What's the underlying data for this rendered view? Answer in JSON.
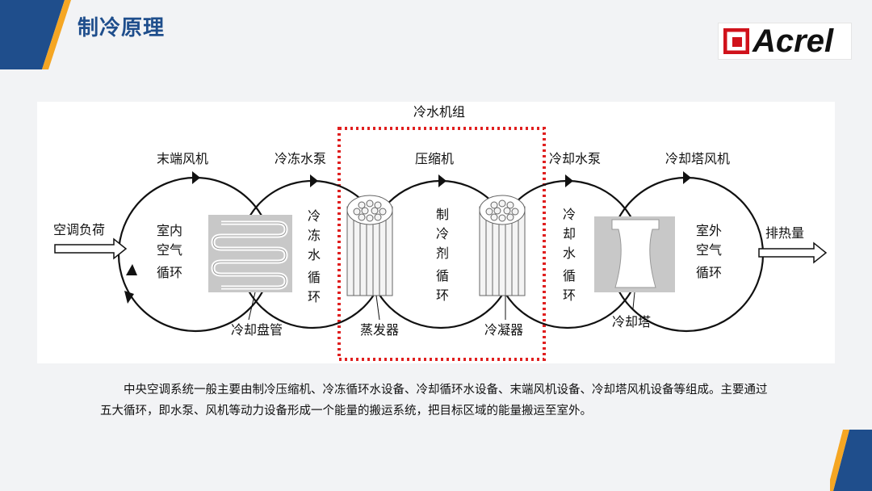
{
  "slide": {
    "title": "制冷原理"
  },
  "logo": {
    "text": "Acrel"
  },
  "colors": {
    "accent_blue": "#1f4e8c",
    "accent_orange": "#f5a623",
    "group_border": "#e02020"
  },
  "diagram": {
    "group_label": "冷水机组",
    "top_labels": {
      "terminal_fan": "末端风机",
      "chilled_pump": "冷冻水泵",
      "compressor": "压缩机",
      "cooling_pump": "冷却水泵",
      "tower_fan": "冷却塔风机"
    },
    "input_label": "空调负荷",
    "output_label": "排热量",
    "indoor_loop": [
      "室内",
      "空气",
      "循环"
    ],
    "chilled_loop": [
      "冷",
      "冻",
      "水",
      "循",
      "环"
    ],
    "refrigerant_loop": [
      "制",
      "冷",
      "剂",
      "循",
      "环"
    ],
    "cooling_loop": [
      "冷",
      "却",
      "水",
      "循",
      "环"
    ],
    "outdoor_loop": [
      "室外",
      "空气",
      "循环"
    ],
    "bottom_labels": {
      "coil": "冷却盘管",
      "evaporator": "蒸发器",
      "condenser": "冷凝器",
      "tower": "冷却塔"
    }
  },
  "description": "中央空调系统一般主要由制冷压缩机、冷冻循环水设备、冷却循环水设备、末端风机设备、冷却塔风机设备等组成。主要通过五大循环，即水泵、风机等动力设备形成一个能量的搬运系统，把目标区域的能量搬运至室外。"
}
